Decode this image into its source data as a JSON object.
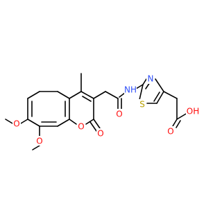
{
  "molecule": {
    "atoms": {
      "o_methoxy_7": "O",
      "o_methoxy_8": "O",
      "o_ring": "O",
      "o_lactone": "O",
      "o_amide": "O",
      "n_amide": "NH",
      "n_thiazole": "N",
      "s_thiazole": "S",
      "o_acid_carbonyl": "O",
      "o_acid_hydroxyl": "OH"
    },
    "colors": {
      "oxygen": "#ff0d0d",
      "nitrogen": "#3050f8",
      "sulfur": "#b8a000",
      "carbon_bond": "#000000"
    }
  }
}
